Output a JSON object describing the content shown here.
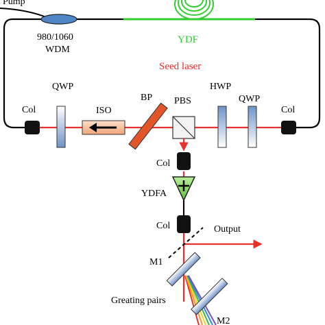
{
  "labels": {
    "pump": "Pump",
    "wdm_line1": "980/1060",
    "wdm_line2": "WDM",
    "ydf": "YDF",
    "seed_laser": "Seed laser",
    "qwp_left": "QWP",
    "iso": "ISO",
    "bp": "BP",
    "pbs": "PBS",
    "hwp": "HWP",
    "qwp_right": "QWP",
    "col_left": "Col",
    "col_right": "Col",
    "col_upper": "Col",
    "ydfa": "YDFA",
    "col_lower": "Col",
    "output": "Output",
    "m1": "M1",
    "grating_pairs": "Greating pairs",
    "m2": "M2"
  },
  "colors": {
    "fiber": "#000000",
    "ydf": "#33cc33",
    "seed_label": "#e8302c",
    "beam": "#e8302c",
    "amp": "#7ed957",
    "bandpass": "#e2562a",
    "waveplate": "#6f93c8",
    "isolator": "#f2b38a",
    "wdm": "#4f86c6"
  },
  "icons": {
    "amplifier": "plus-triangle-icon",
    "isolator": "left-arrow-icon"
  }
}
